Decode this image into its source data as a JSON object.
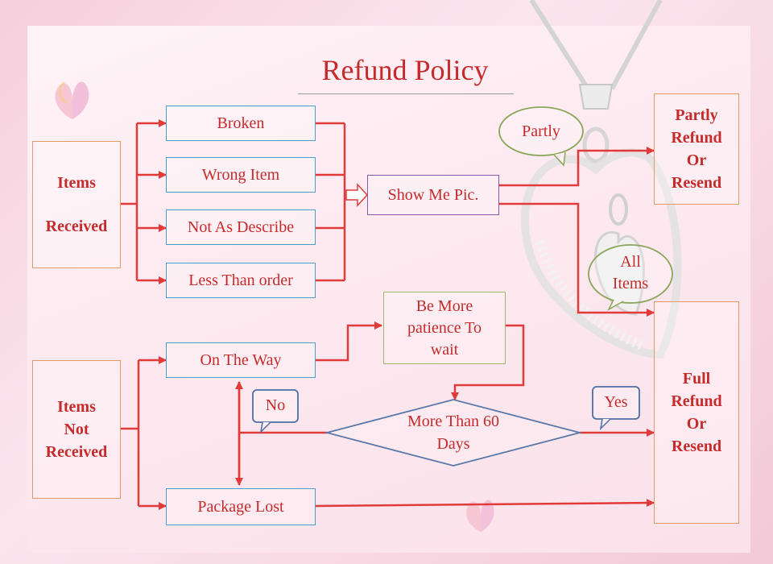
{
  "title": "Refund Policy",
  "received": {
    "label_line1": "Items",
    "label_line2": "Received",
    "reasons": [
      "Broken",
      "Wrong Item",
      "Not As Describe",
      "Less Than order"
    ],
    "show_pic": "Show Me Pic.",
    "partly_bubble": "Partly",
    "all_items_bubble_line1": "All",
    "all_items_bubble_line2": "Items",
    "partly_outcome": [
      "Partly",
      "Refund",
      "Or",
      "Resend"
    ]
  },
  "not_received": {
    "label_line1": "Items",
    "label_line2": "Not",
    "label_line3": "Received",
    "on_the_way": "On The Way",
    "package_lost": "Package Lost",
    "patience_line1": "Be More",
    "patience_line2": "patience To",
    "patience_line3": "wait",
    "decision_line1": "More Than 60",
    "decision_line2": "Days",
    "no_bubble": "No",
    "yes_bubble": "Yes",
    "full_outcome": [
      "Full",
      "Refund",
      "Or",
      "Resend"
    ]
  },
  "colors": {
    "arrow": "#e03a3a",
    "text": "#c62b2b"
  }
}
